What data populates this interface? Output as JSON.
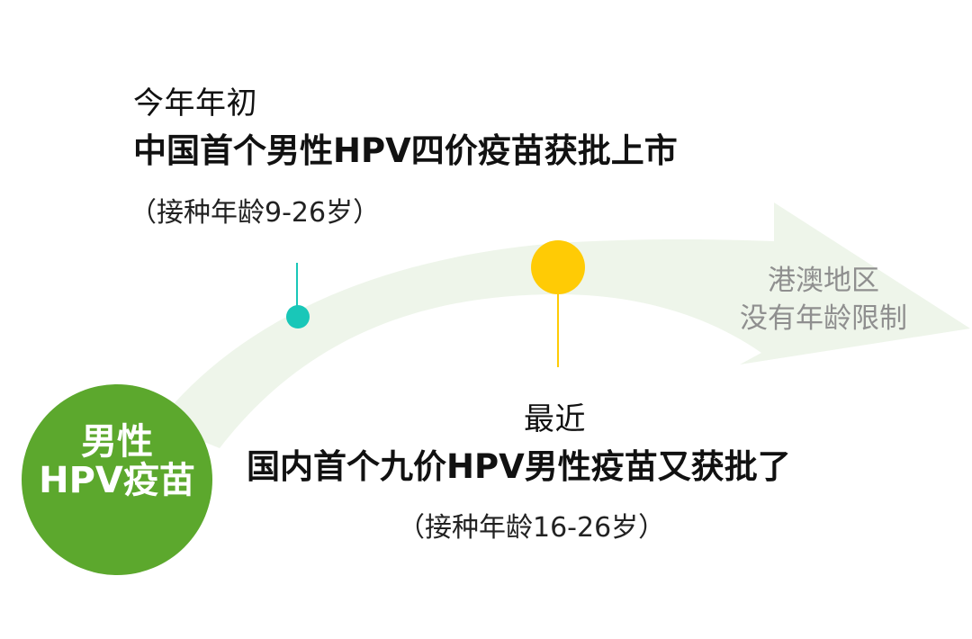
{
  "events": [
    {
      "time": "今年年初",
      "headline": "中国首个男性HPV四价疫苗获批上市",
      "note": "（接种年龄9-26岁）"
    },
    {
      "time": "最近",
      "headline": "国内首个九价HPV男性疫苗又获批了",
      "note": "（接种年龄16-26岁）"
    }
  ],
  "origin": {
    "line1": "男性",
    "line2": "HPV疫苗"
  },
  "destination": {
    "line1": "港澳地区",
    "line2": "没有年龄限制"
  },
  "colors": {
    "arrow": "#eef5ea",
    "circle": "#5ca82d",
    "teal": "#19c7b8",
    "yellow": "#ffcb05",
    "gray_text": "#8f8f8f"
  }
}
